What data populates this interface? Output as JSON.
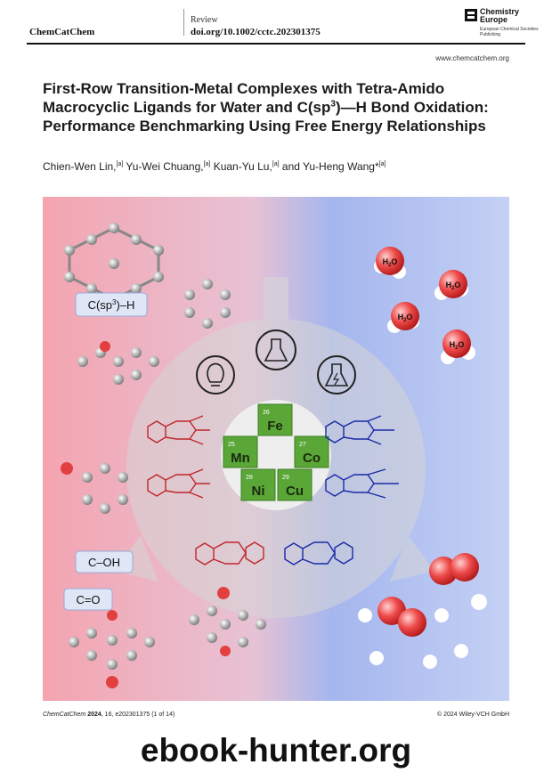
{
  "header": {
    "journal": "ChemCatChem",
    "article_type": "Review",
    "doi": "doi.org/10.1002/cctc.202301375",
    "publisher_name": "Chemistry Europe",
    "publisher_sub": "European Chemical Societies Publishing",
    "website": "www.chemcatchem.org"
  },
  "article": {
    "title_pre": "First-Row Transition-Metal Complexes with Tetra-Amido Macrocyclic Ligands for Water and C(sp",
    "title_sup": "3",
    "title_post": ")—H Bond Oxidation: Performance Benchmarking Using Free Energy Relationships",
    "authors": [
      {
        "name": "Chien-Wen Lin,",
        "aff": "[a]"
      },
      {
        "name": " Yu-Wei Chuang,",
        "aff": "[a]"
      },
      {
        "name": " Kuan-Yu Lu,",
        "aff": "[a]"
      },
      {
        "name": " and Yu-Heng Wang*",
        "aff": "[a]"
      }
    ]
  },
  "graphic": {
    "label_csp3_pre": "C(sp",
    "label_csp3_sup": "3",
    "label_csp3_post": ")–H",
    "label_coh": "C–OH",
    "label_co": "C=O",
    "water_formula": "H",
    "water_sub": "2",
    "water_o": "O",
    "metals": [
      {
        "num": "26",
        "sym": "Fe"
      },
      {
        "num": "25",
        "sym": "Mn"
      },
      {
        "num": "27",
        "sym": "Co"
      },
      {
        "num": "28",
        "sym": "Ni"
      },
      {
        "num": "29",
        "sym": "Cu"
      }
    ],
    "colors": {
      "left_bg": "#f2a9b4",
      "right_bg": "#a9b9ef",
      "metal_green": "#5aa637",
      "red_ligand": "#c0262a",
      "blue_ligand": "#1a2aa8"
    }
  },
  "footer": {
    "citation_journal": "ChemCatChem",
    "citation_year": " 2024",
    "citation_rest": ", 16, e202301375 (1 of 14)",
    "copyright": "© 2024 Wiley-VCH GmbH"
  },
  "watermark": "ebook-hunter.org"
}
